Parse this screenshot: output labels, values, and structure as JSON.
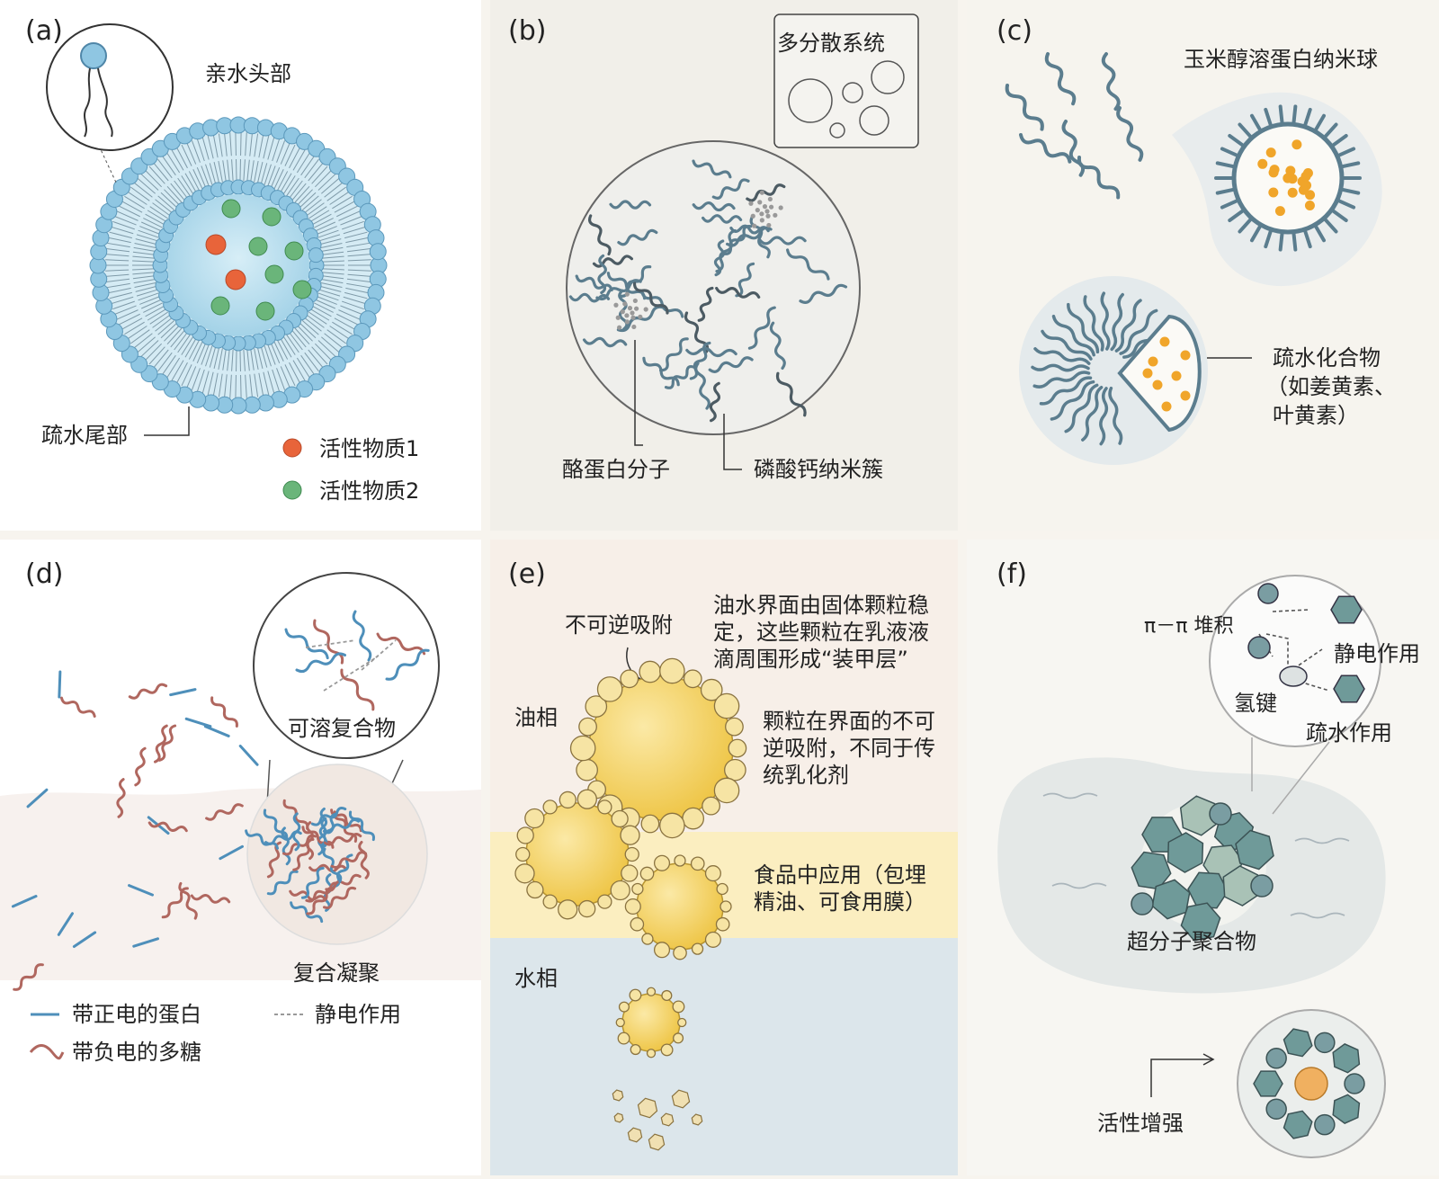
{
  "colors": {
    "lipid_head": "#8fc6e2",
    "lipid_head_stroke": "#5b98bb",
    "core_water": "#bfe1ef",
    "active1": "#e8643a",
    "active2": "#6ab57a",
    "protein_chain": "#5b7d8e",
    "zein_dot": "#f0a52a",
    "positive_protein": "#4e8fba",
    "negative_polysaccharide": "#b0675f",
    "oil_phase": "#f7efe8",
    "emulsion_band": "#fbeec0",
    "water_phase": "#dce6eb",
    "droplet": "#f2ce55",
    "hexagon": "#6f9a99",
    "active_core": "#f0b060"
  },
  "panel_a": {
    "letter": "(a)",
    "hydrophilic_head": "亲水头部",
    "hydrophobic_tail": "疏水尾部",
    "legend": [
      {
        "label": "活性物质1",
        "color": "#e8643a"
      },
      {
        "label": "活性物质2",
        "color": "#6ab57a"
      }
    ]
  },
  "panel_b": {
    "letter": "(b)",
    "polydisperse": "多分散系统",
    "casein": "酪蛋白分子",
    "calcium_phosphate": "磷酸钙纳米簇"
  },
  "panel_c": {
    "letter": "(c)",
    "zein": "玉米醇溶蛋白纳米球",
    "hydrophobic_1": "疏水化合物",
    "hydrophobic_2": "（如姜黄素、",
    "hydrophobic_3": "叶黄素）"
  },
  "panel_d": {
    "letter": "(d)",
    "soluble": "可溶复合物",
    "coacervate": "复合凝聚",
    "legend": [
      {
        "label": "带正电的蛋白",
        "style": "solid",
        "color": "#4e8fba"
      },
      {
        "label": "带负电的多糖",
        "style": "wave",
        "color": "#b0675f"
      },
      {
        "label": "静电作用",
        "style": "dashed",
        "color": "#999999"
      }
    ]
  },
  "panel_e": {
    "letter": "(e)",
    "irreversible": "不可逆吸附",
    "desc1": [
      "油水界面由固体颗粒稳",
      "定，这些颗粒在乳液液",
      "滴周围形成“装甲层”"
    ],
    "desc2": [
      "颗粒在界面的不可",
      "逆吸附，不同于传",
      "统乳化剂"
    ],
    "desc3": [
      "食品中应用（包埋",
      "精油、可食用膜）"
    ],
    "oil_phase": "油相",
    "water_phase": "水相"
  },
  "panel_f": {
    "letter": "(f)",
    "pi_stack": "π－π 堆积",
    "electrostatic": "静电作用",
    "hbond": "氢键",
    "hydrophobic": "疏水作用",
    "supra": "超分子聚合物",
    "enhanced": "活性增强"
  }
}
